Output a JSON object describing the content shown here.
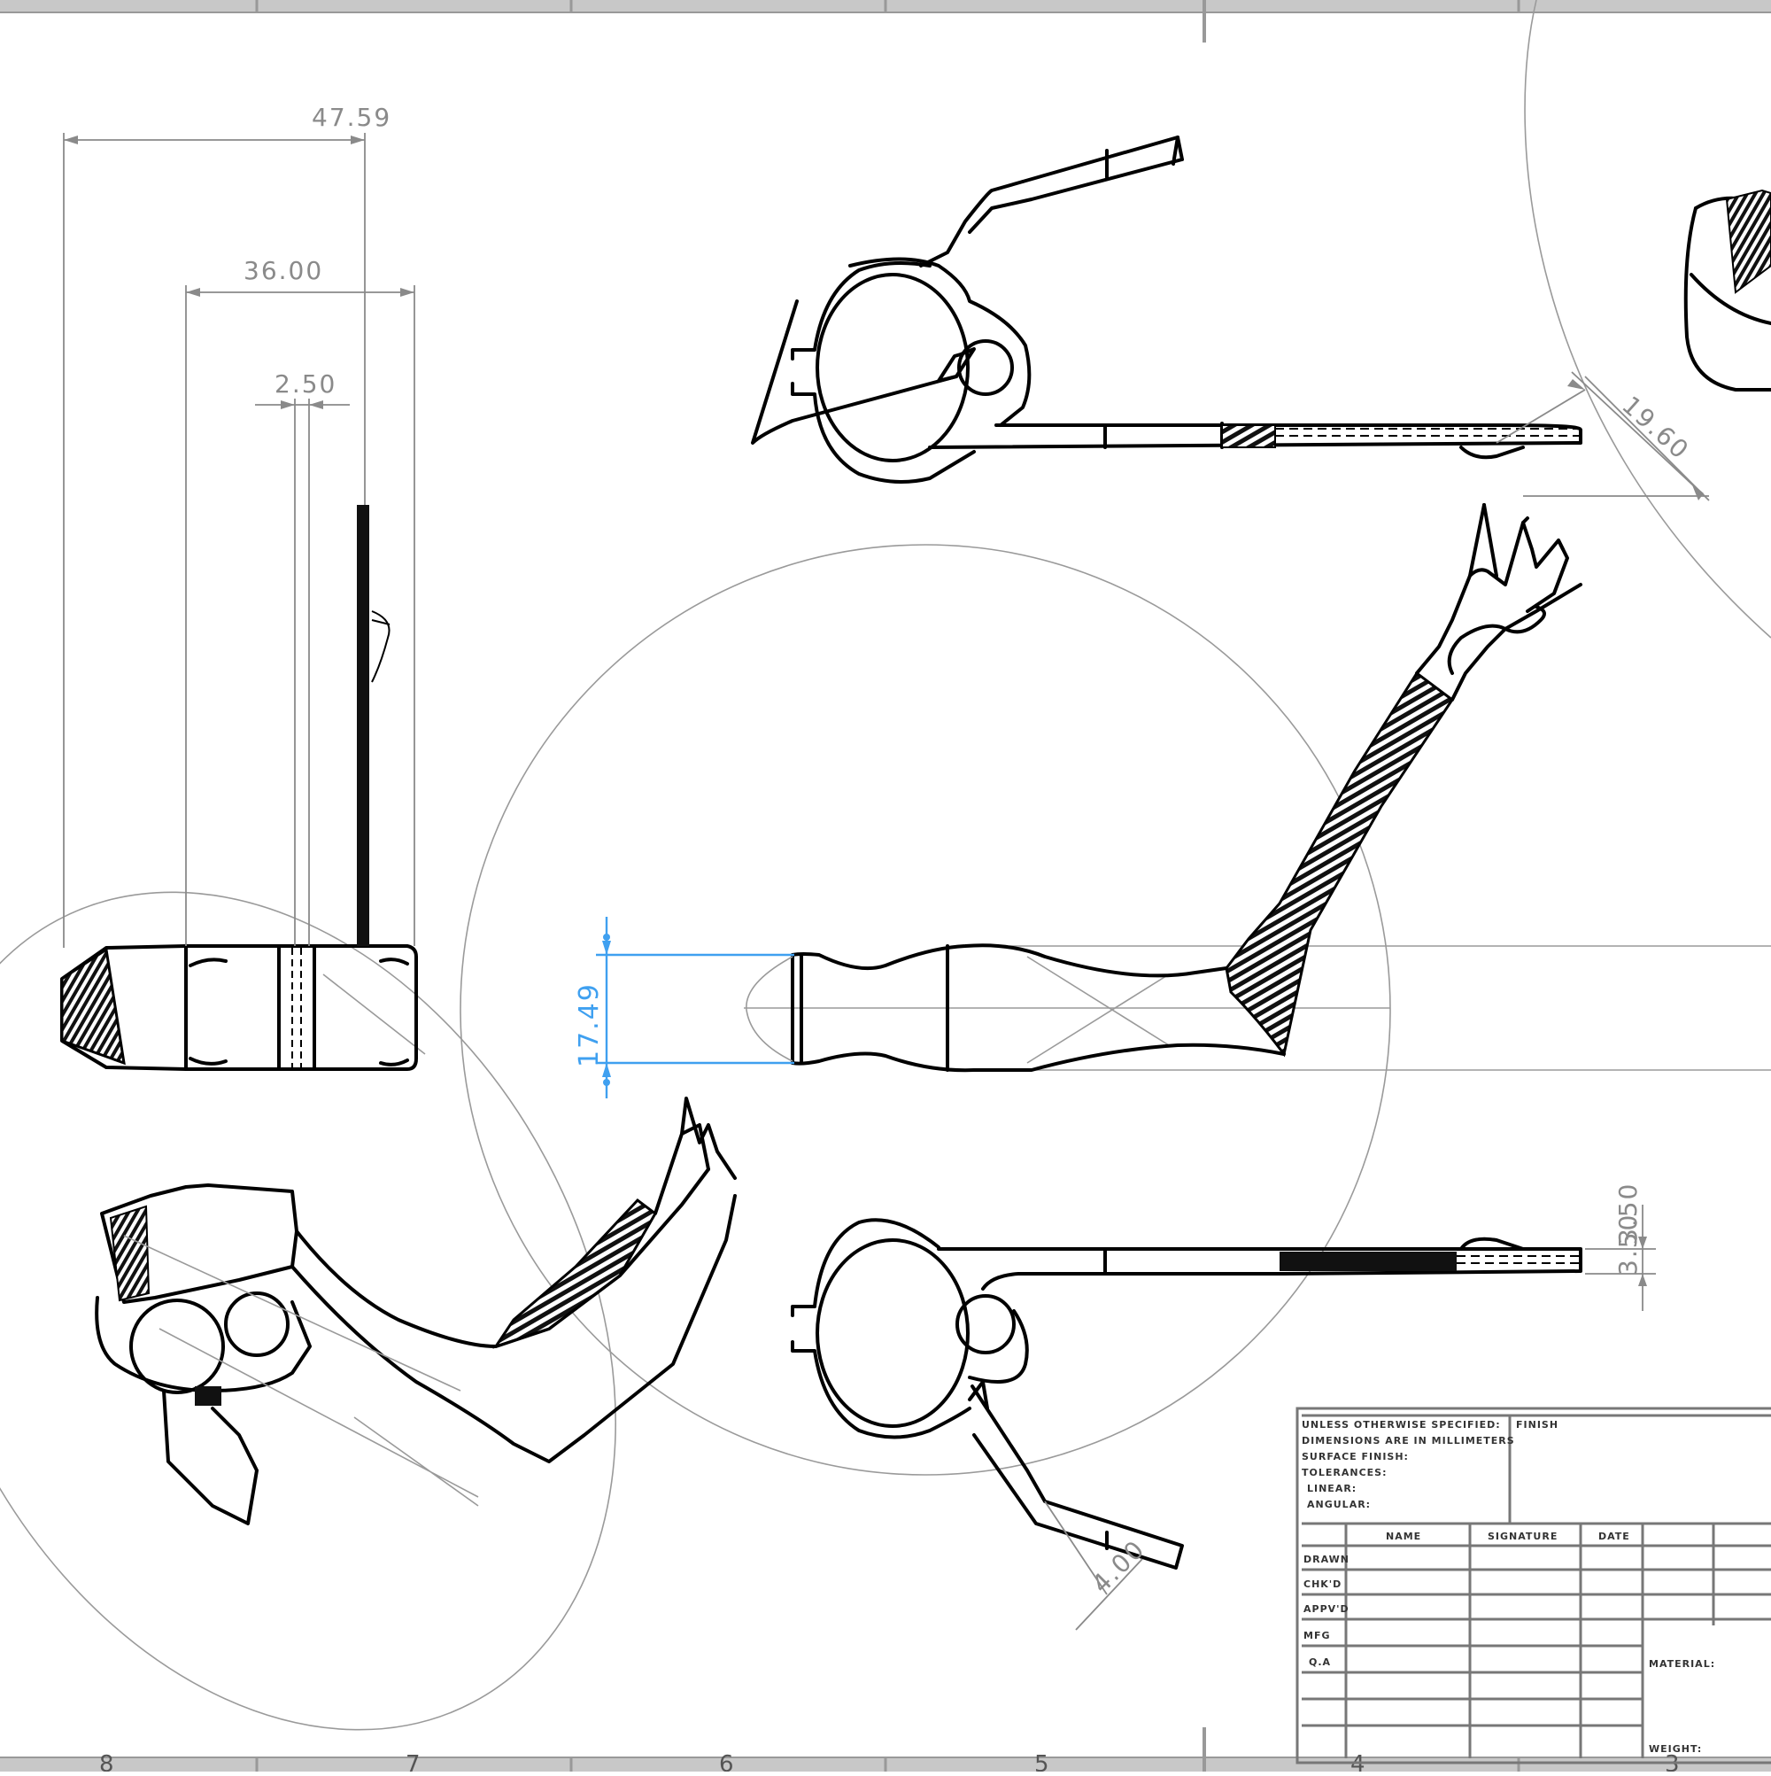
{
  "drawing": {
    "dimensions": {
      "d1": "47.59",
      "d2": "36.00",
      "d3": "2.50",
      "d4": "19.60",
      "d5": "17.49",
      "d6": "3.50",
      "d7": "4.00"
    },
    "zones": [
      "8",
      "7",
      "6",
      "5",
      "4",
      "3"
    ],
    "title_block": {
      "notes": [
        "UNLESS OTHERWISE SPECIFIED:",
        "DIMENSIONS ARE IN MILLIMETERS",
        "SURFACE FINISH:",
        "TOLERANCES:",
        "LINEAR:",
        "ANGULAR:"
      ],
      "finish_label": "FINISH",
      "columns": [
        "NAME",
        "SIGNATURE",
        "DATE"
      ],
      "rows": [
        "DRAWN",
        "CHK'D",
        "APPV'D",
        "MFG",
        "Q.A"
      ],
      "material_label": "MATERIAL:",
      "weight_label": "WEIGHT:"
    }
  },
  "colors": {
    "line": "#000000",
    "construction": "#9a9a9a",
    "dimension": "#8a8a8a",
    "selected_dimension": "#3fa0f0",
    "background": "#ffffff"
  }
}
